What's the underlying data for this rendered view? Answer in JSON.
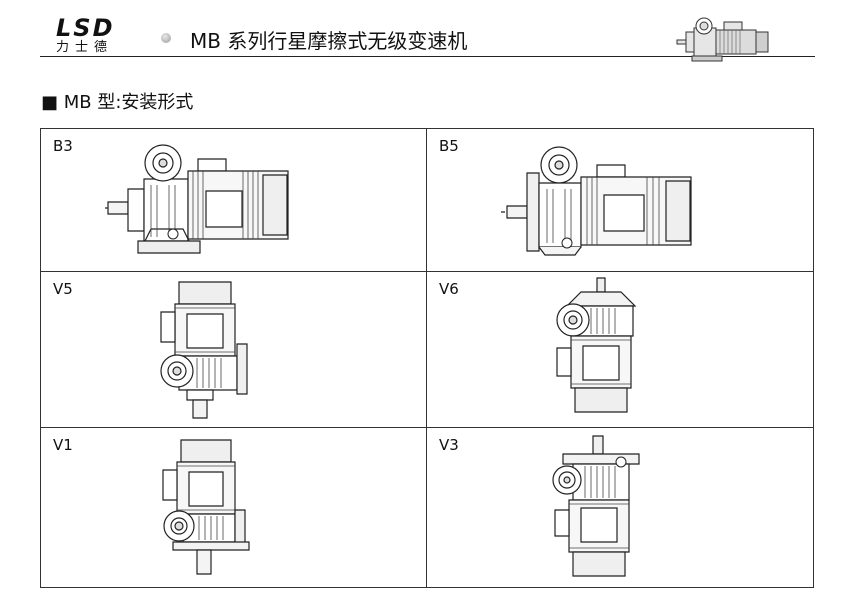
{
  "header": {
    "logo_mark": "LSD",
    "logo_sub": "力士德",
    "title": "MB 系列行星摩擦式无级变速机"
  },
  "section": {
    "title": "■ MB 型:安装形式"
  },
  "mounts": [
    {
      "label": "B3",
      "icon": "horizontal-foot-mount-motor"
    },
    {
      "label": "B5",
      "icon": "horizontal-flange-mount-motor"
    },
    {
      "label": "V5",
      "icon": "vertical-down-flange-motor"
    },
    {
      "label": "V6",
      "icon": "vertical-up-flange-motor"
    },
    {
      "label": "V1",
      "icon": "vertical-down-flange-motor"
    },
    {
      "label": "V3",
      "icon": "vertical-up-shaft-motor"
    }
  ]
}
